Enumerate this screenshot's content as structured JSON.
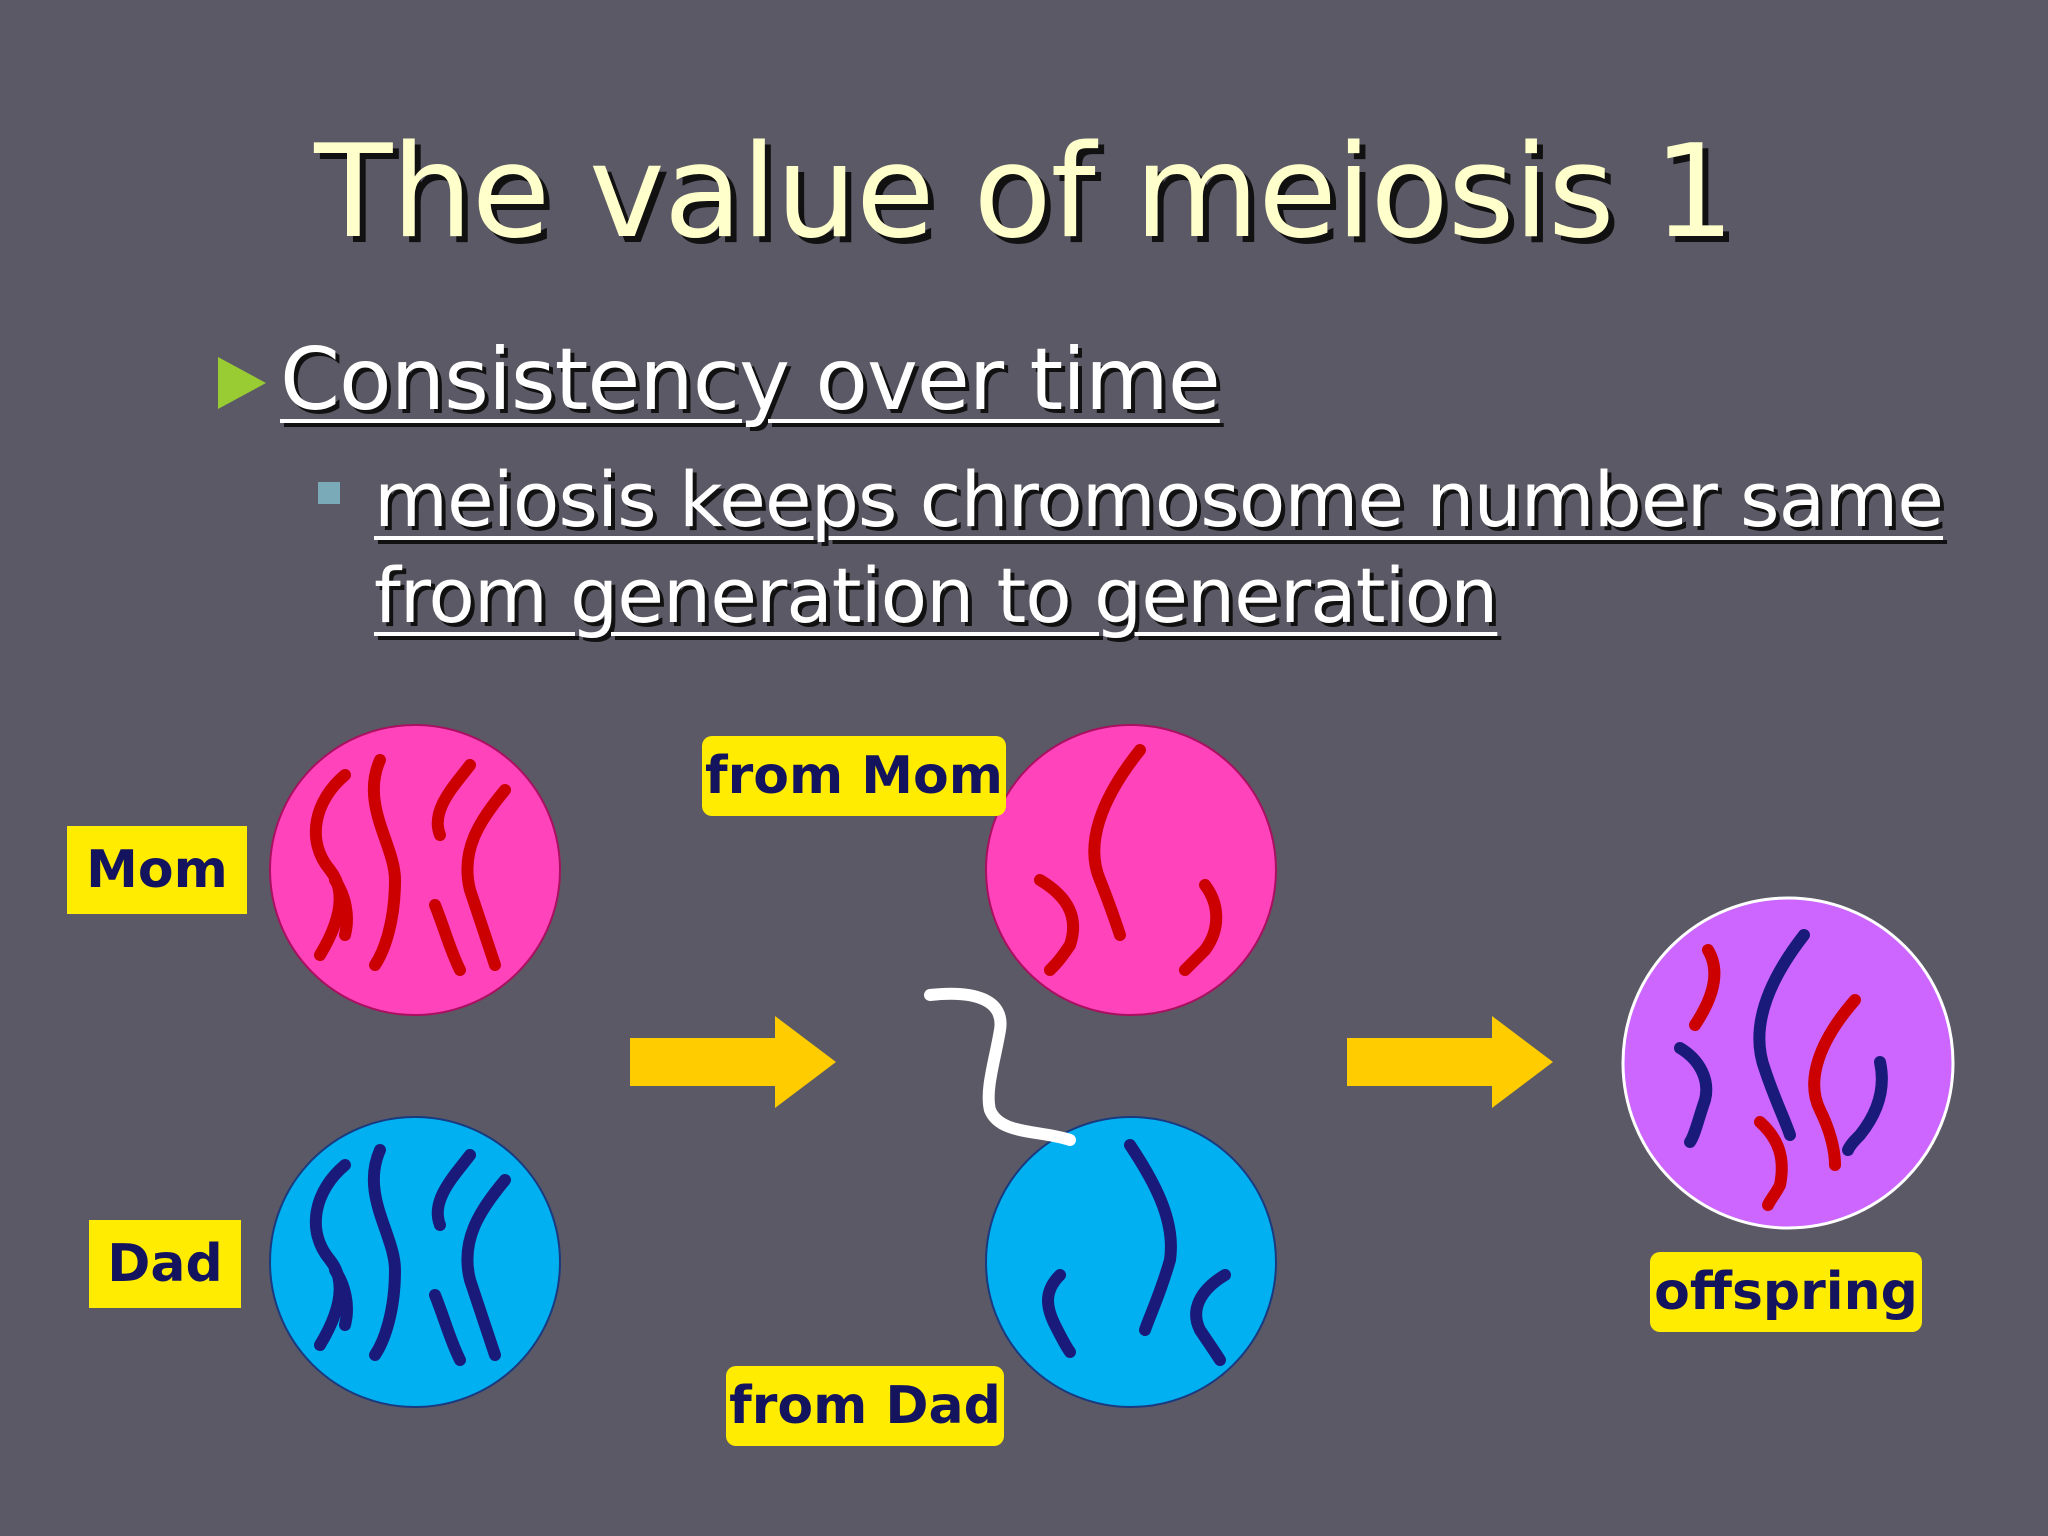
{
  "title": "The value of meiosis 1",
  "bullet": {
    "text": "Consistency over time",
    "sub": "meiosis keeps chromosome number same from generation to generation"
  },
  "labels": {
    "mom": "Mom",
    "dad": "Dad",
    "from_mom": "from Mom",
    "from_dad": "from Dad",
    "offspring": "offspring"
  },
  "colors": {
    "mom_cell": "#ff44bb",
    "dad_cell": "#00b0f0",
    "offspring_cell": "#cc66ff",
    "red_chromosome": "#cc0000",
    "blue_chromosome": "#1a1a7a",
    "arrow": "#ffcc00",
    "label_bg": "#ffec00",
    "label_text": "#14145e",
    "title": "#ffffcc",
    "bullet_triangle": "#99cc33"
  }
}
